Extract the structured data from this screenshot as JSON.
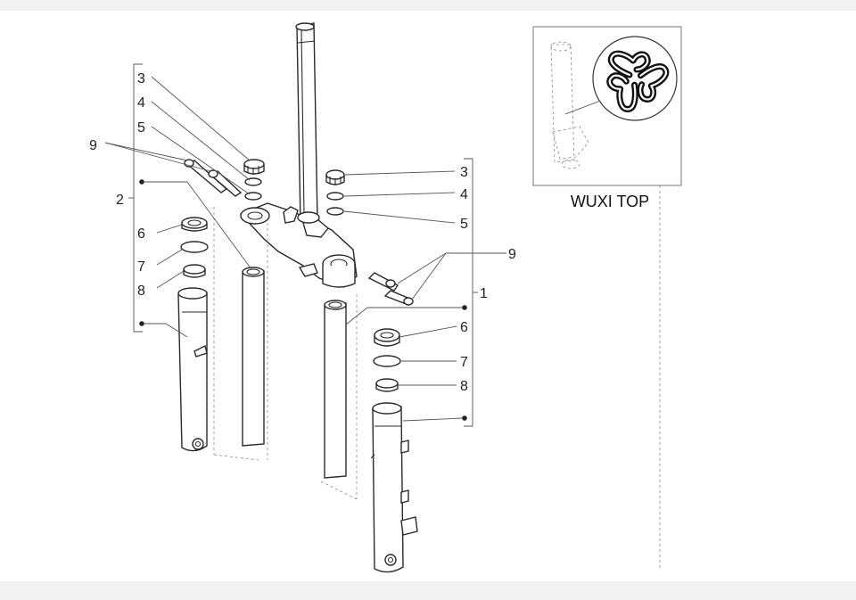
{
  "callouts": {
    "left": {
      "ring_top": "3",
      "washer_a": "4",
      "washer_b": "5",
      "bolt": "9",
      "group": "2",
      "seal_cap": "6",
      "oring": "7",
      "bushing": "8"
    },
    "right": {
      "ring_top": "3",
      "washer_a": "4",
      "washer_b": "5",
      "bolt": "9",
      "group": "1",
      "seal_cap": "6",
      "oring": "7",
      "bushing": "8"
    }
  },
  "inset": {
    "label": "WUXI TOP",
    "logo": "triskelion-logo"
  }
}
